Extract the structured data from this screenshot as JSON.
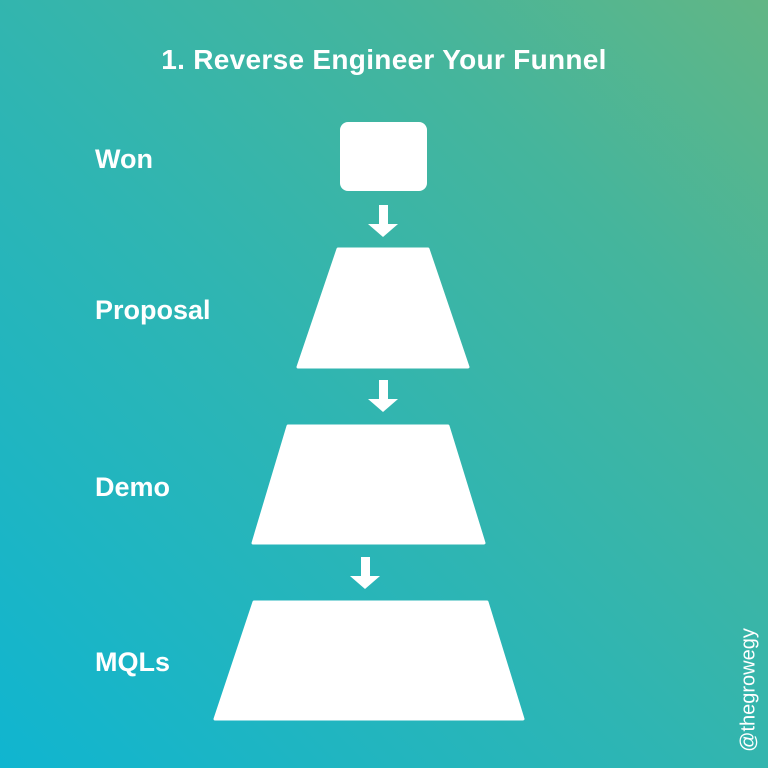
{
  "title": "1. Reverse Engineer Your Funnel",
  "stages": [
    {
      "label": "Won"
    },
    {
      "label": "Proposal"
    },
    {
      "label": "Demo"
    },
    {
      "label": "MQLs"
    }
  ],
  "watermark": "@thegrowegy",
  "colors": {
    "gradient_start": "#10b5d0",
    "gradient_end": "#62b685",
    "shape": "#ffffff"
  }
}
